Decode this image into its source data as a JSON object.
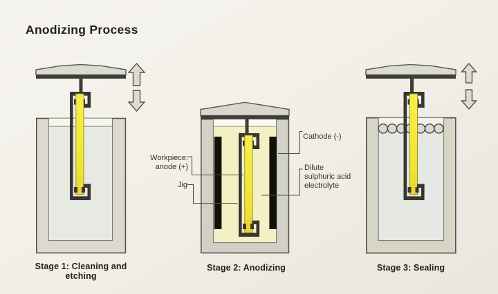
{
  "title": "Anodizing Process",
  "stages": [
    {
      "caption": "Stage 1: Cleaning and etching"
    },
    {
      "caption": "Stage 2: Anodizing"
    },
    {
      "caption": "Stage 3: Sealing"
    }
  ],
  "labels": {
    "workpiece": "Workpiece:\nanode (+)",
    "jig": "Jig",
    "cathode": "Cathode (-)",
    "electrolyte": "Dilute\nsulphuric acid\nelectrolyte"
  },
  "icons": {
    "raise_arrow": "up-block-arrow",
    "lower_arrow": "down-block-arrow",
    "bubbles": "sealing-bubbles-row"
  },
  "colors": {
    "background": "#f2efe8",
    "tank_wall": "#d8d7cb",
    "cleaning_liquid": "#e7eae3",
    "electrolyte_liquid": "#f2f0c4",
    "workpiece_yellow": "#f2e637",
    "jig_dark": "#38362f",
    "cathode_black": "#121209",
    "outline": "#56534b",
    "arrow_fill": "#dcdbd3",
    "text": "#2b2823"
  }
}
